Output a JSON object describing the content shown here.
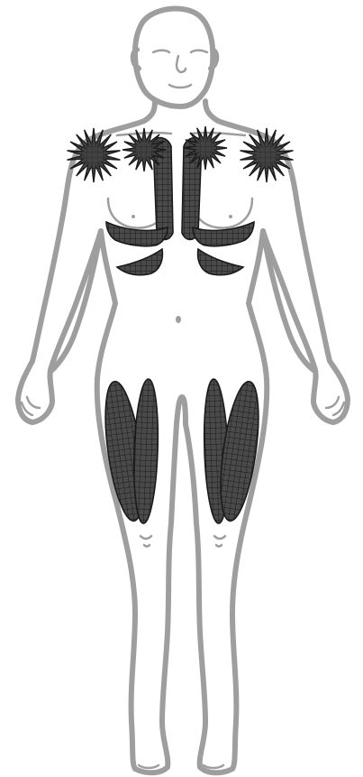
{
  "figure": {
    "subject": "female-anterior-body",
    "colors": {
      "outline": "#9e9e9e",
      "highlight": "#3d3d3d",
      "hatch_line": "#1a1a1a",
      "background": "#ffffff"
    },
    "highlighted_regions": [
      {
        "id": "left-shoulder",
        "marker": "starburst"
      },
      {
        "id": "left-upper-chest",
        "marker": "starburst"
      },
      {
        "id": "right-upper-chest",
        "marker": "starburst"
      },
      {
        "id": "right-shoulder",
        "marker": "starburst"
      },
      {
        "id": "left-sternal-border",
        "marker": "hatched"
      },
      {
        "id": "right-sternal-border",
        "marker": "hatched"
      },
      {
        "id": "left-lower-ribs",
        "marker": "hatched"
      },
      {
        "id": "right-lower-ribs",
        "marker": "hatched"
      },
      {
        "id": "left-thigh-lateral",
        "marker": "hatched"
      },
      {
        "id": "left-thigh-medial",
        "marker": "hatched"
      },
      {
        "id": "right-thigh-medial",
        "marker": "hatched"
      },
      {
        "id": "right-thigh-lateral",
        "marker": "hatched"
      }
    ]
  }
}
